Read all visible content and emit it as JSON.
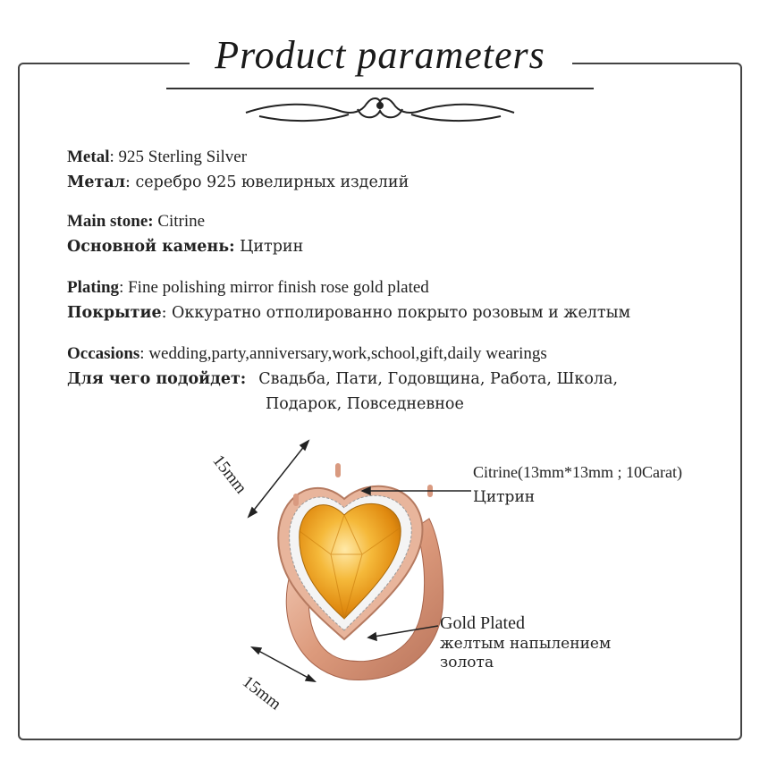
{
  "header": {
    "title": "Product parameters"
  },
  "specs": [
    {
      "label_en": "Metal",
      "sep_en": ":",
      "value_en": " 925 Sterling Silver",
      "label_ru": "Метал",
      "sep_ru": ":",
      "value_ru": " серебро 925 ювелирных изделий"
    },
    {
      "label_en": "Main stone:",
      "sep_en": "",
      "value_en": " Citrine",
      "label_ru": "Основной камень:",
      "sep_ru": "",
      "value_ru": " Цитрин"
    },
    {
      "label_en": "Plating",
      "sep_en": ":",
      "value_en": " Fine polishing mirror finish rose gold plated",
      "label_ru": "Покрытие",
      "sep_ru": ":",
      "value_ru": " Оккуратно отполированно  покрыто розовым и желтым"
    }
  ],
  "occasions": {
    "label_en": "Occasions",
    "sep_en": ":",
    "value_en": " wedding,party,anniversary,work,school,gift,daily wearings",
    "label_ru": "Для чего подойдет:",
    "value_ru_1": "Свадьба, Пати, Годовщина, Работа, Школа,",
    "value_ru_2": "Подарок, Повседневное"
  },
  "diagram": {
    "dim_top": "15mm",
    "dim_bottom": "15mm",
    "stone_en": "Citrine(13mm*13mm ; 10Carat)",
    "stone_ru": "Цитрин",
    "plating_en": "Gold Plated",
    "plating_ru_1": "желтым напылением",
    "plating_ru_2": "золота"
  },
  "colors": {
    "citrine": "#f0a21c",
    "rose_gold": "#e6a98a",
    "frame": "#444444"
  }
}
